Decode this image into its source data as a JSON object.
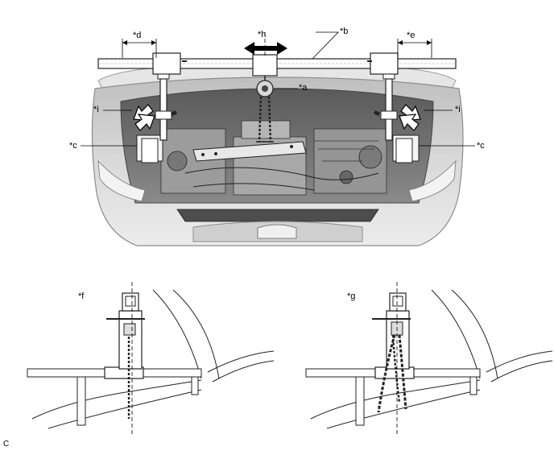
{
  "labels": {
    "a": "*a",
    "b": "*b",
    "c_left": "*c",
    "c_right": "*c",
    "d": "*d",
    "e": "*e",
    "f": "*f",
    "g": "*g",
    "h": "*h",
    "i_left": "*i",
    "i_right": "*i"
  },
  "figure_code": "C"
}
